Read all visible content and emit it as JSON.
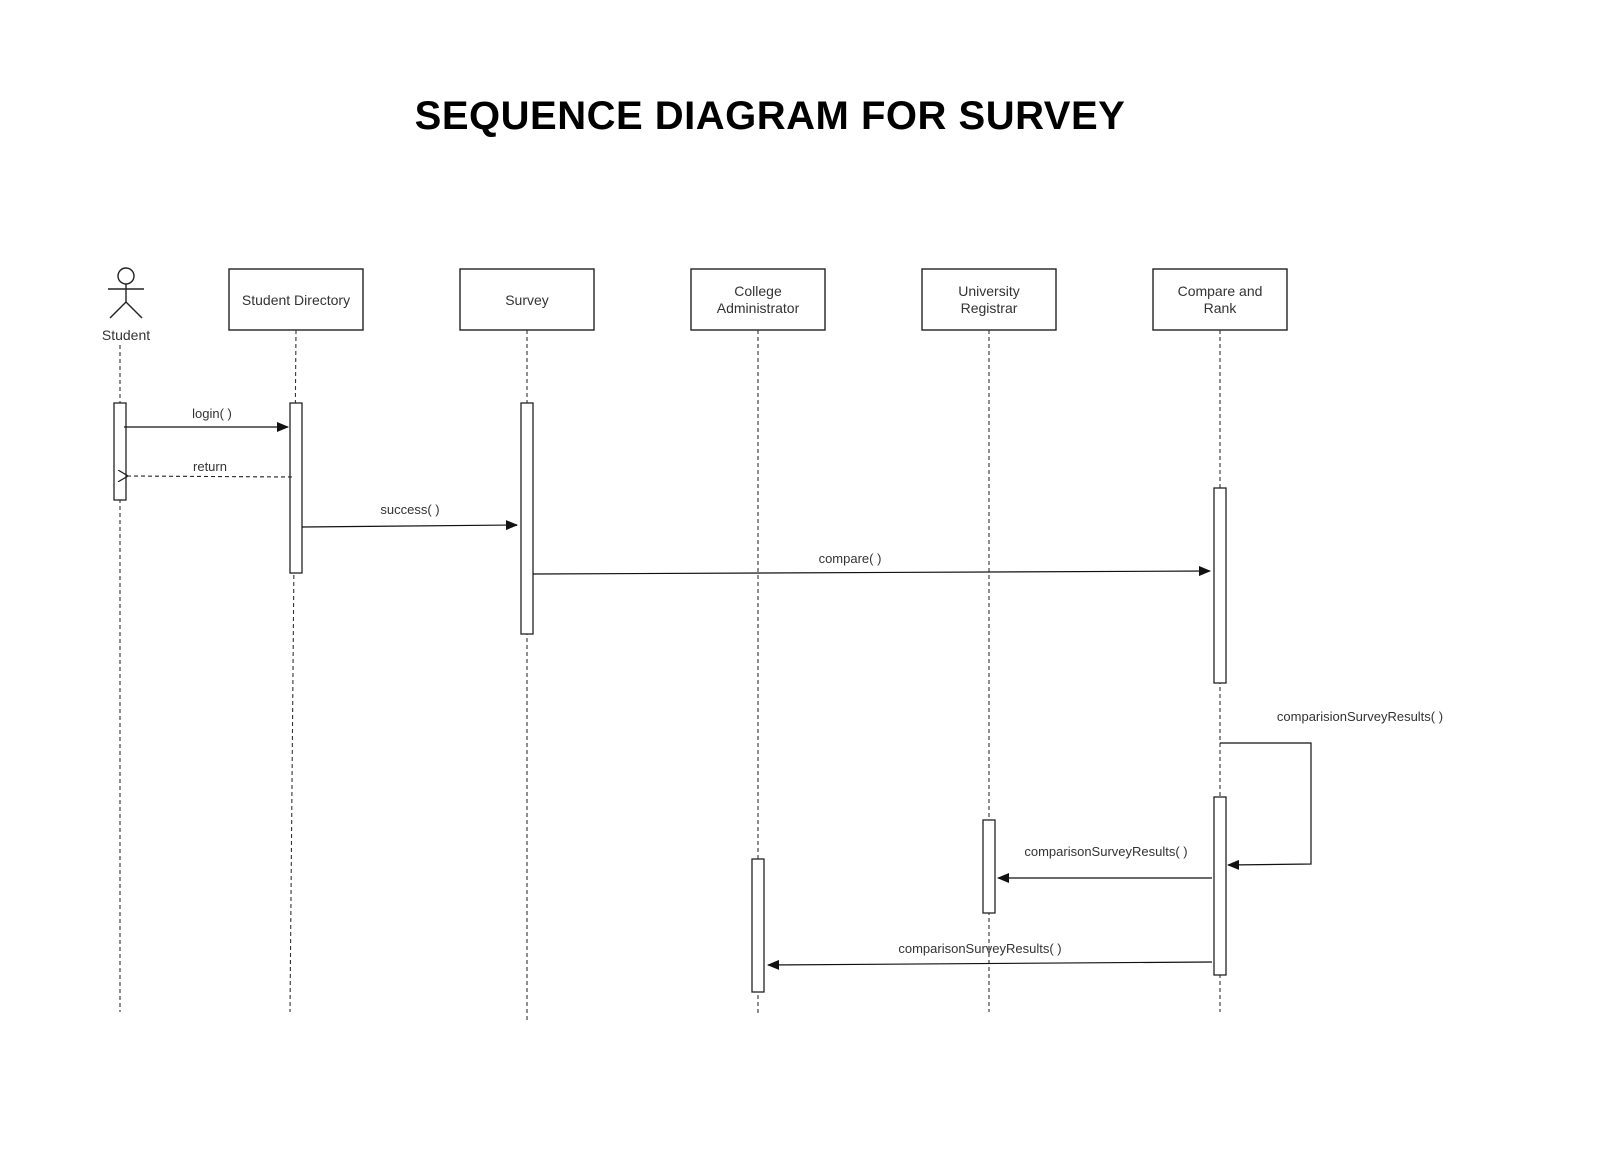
{
  "title": "SEQUENCE DIAGRAM FOR SURVEY",
  "actor": {
    "label": "Student"
  },
  "participants": [
    {
      "id": "student-directory",
      "lines": [
        "Student Directory"
      ]
    },
    {
      "id": "survey",
      "lines": [
        "Survey"
      ]
    },
    {
      "id": "college-administrator",
      "lines": [
        "College",
        "Administrator"
      ]
    },
    {
      "id": "university-registrar",
      "lines": [
        "University",
        "Registrar"
      ]
    },
    {
      "id": "compare-and-rank",
      "lines": [
        "Compare and",
        "Rank"
      ]
    }
  ],
  "messages": [
    {
      "id": "login",
      "label": "login( )",
      "style": "solid"
    },
    {
      "id": "return",
      "label": "return",
      "style": "dashed"
    },
    {
      "id": "success",
      "label": "success( )",
      "style": "solid"
    },
    {
      "id": "compare",
      "label": "compare( )",
      "style": "solid"
    },
    {
      "id": "self-comparision",
      "label": "comparisionSurveyResults( )",
      "style": "solid"
    },
    {
      "id": "to-registrar",
      "label": "comparisonSurveyResults( )",
      "style": "solid"
    },
    {
      "id": "to-administrator",
      "label": "comparisonSurveyResults( )",
      "style": "solid"
    }
  ]
}
